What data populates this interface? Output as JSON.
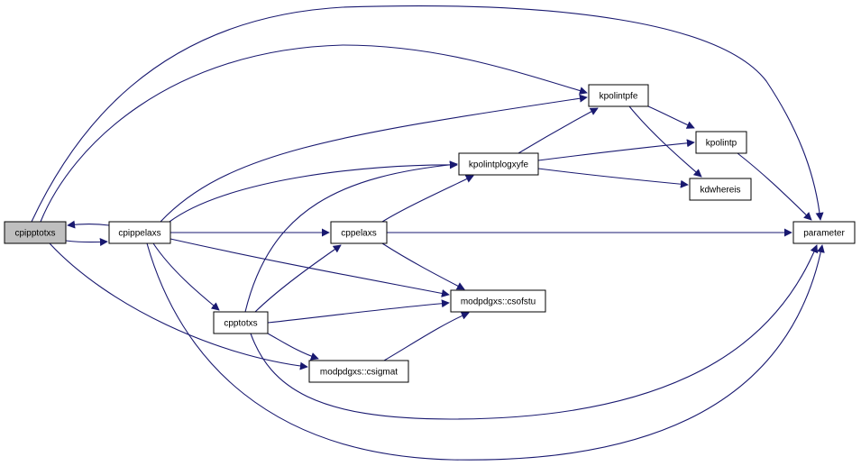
{
  "graph": {
    "colors": {
      "edge": "#191970",
      "root_fill": "#bfbfbf",
      "node_fill": "#ffffff",
      "border": "#000000"
    },
    "nodes": [
      {
        "id": "cpipptotxs",
        "label": "cpipptotxs",
        "root": true
      },
      {
        "id": "cpippelaxs",
        "label": "cpippelaxs"
      },
      {
        "id": "cppelaxs",
        "label": "cppelaxs"
      },
      {
        "id": "cpptotxs",
        "label": "cpptotxs"
      },
      {
        "id": "kpolintplogxyfe",
        "label": "kpolintplogxyfe"
      },
      {
        "id": "kpolintpfe",
        "label": "kpolintpfe"
      },
      {
        "id": "kpolintp",
        "label": "kpolintp"
      },
      {
        "id": "kdwhereis",
        "label": "kdwhereis"
      },
      {
        "id": "parameter",
        "label": "parameter"
      },
      {
        "id": "csofstu",
        "label": "modpdgxs::csofstu"
      },
      {
        "id": "csigmat",
        "label": "modpdgxs::csigmat"
      }
    ],
    "edges": [
      {
        "from": "cpipptotxs",
        "to": "cpippelaxs"
      },
      {
        "from": "cpippelaxs",
        "to": "cpipptotxs"
      },
      {
        "from": "cpipptotxs",
        "to": "kpolintpfe"
      },
      {
        "from": "cpipptotxs",
        "to": "parameter"
      },
      {
        "from": "cpipptotxs",
        "to": "csigmat"
      },
      {
        "from": "cpippelaxs",
        "to": "kpolintpfe"
      },
      {
        "from": "cpippelaxs",
        "to": "kpolintplogxyfe"
      },
      {
        "from": "cpippelaxs",
        "to": "cppelaxs"
      },
      {
        "from": "cpippelaxs",
        "to": "csofstu"
      },
      {
        "from": "cpippelaxs",
        "to": "cpptotxs"
      },
      {
        "from": "cpippelaxs",
        "to": "parameter"
      },
      {
        "from": "cppelaxs",
        "to": "kpolintplogxyfe"
      },
      {
        "from": "cppelaxs",
        "to": "parameter"
      },
      {
        "from": "cppelaxs",
        "to": "csofstu"
      },
      {
        "from": "cpptotxs",
        "to": "kpolintplogxyfe"
      },
      {
        "from": "cpptotxs",
        "to": "cppelaxs"
      },
      {
        "from": "cpptotxs",
        "to": "csofstu"
      },
      {
        "from": "cpptotxs",
        "to": "csigmat"
      },
      {
        "from": "cpptotxs",
        "to": "parameter"
      },
      {
        "from": "csigmat",
        "to": "csofstu"
      },
      {
        "from": "kpolintplogxyfe",
        "to": "kpolintpfe"
      },
      {
        "from": "kpolintplogxyfe",
        "to": "kpolintp"
      },
      {
        "from": "kpolintplogxyfe",
        "to": "kdwhereis"
      },
      {
        "from": "kpolintpfe",
        "to": "kpolintp"
      },
      {
        "from": "kpolintpfe",
        "to": "kdwhereis"
      },
      {
        "from": "kpolintp",
        "to": "parameter"
      }
    ]
  }
}
